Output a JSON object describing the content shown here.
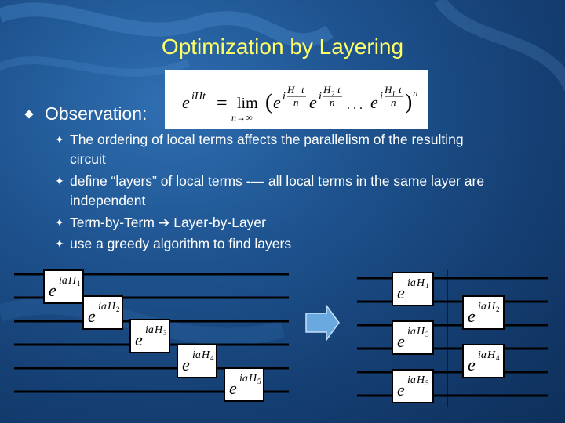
{
  "slide": {
    "title": "Optimization by Layering",
    "observation_label": "Observation:",
    "formula": {
      "lhs_base": "e",
      "lhs_exp": "iHt",
      "equals": "=",
      "lim": "lim",
      "lim_sub": "n→∞",
      "open": "(",
      "close": ")",
      "power": "n",
      "dots": ". . .",
      "i": "i",
      "terms": [
        {
          "num": "H",
          "sub": "1",
          "t": "t",
          "den": "n"
        },
        {
          "num": "H",
          "sub": "2",
          "t": "t",
          "den": "n"
        },
        {
          "num": "H",
          "sub": "L",
          "t": "t",
          "den": "n"
        }
      ]
    },
    "bullets": [
      {
        "text": "The ordering of local terms affects the parallelism of the resulting",
        "cont": "circuit"
      },
      {
        "text": "define “layers” of local terms -— all local terms in the same layer are",
        "cont": "independent"
      },
      {
        "text": "Term-by-Term ➔ Layer-by-Layer",
        "cont": ""
      },
      {
        "text": "use a greedy algorithm to find layers",
        "cont": ""
      }
    ],
    "bullet_glyph": "✦",
    "left_gates": [
      {
        "base": "e",
        "exp": "ia",
        "H": "H",
        "sub": "1"
      },
      {
        "base": "e",
        "exp": "ia",
        "H": "H",
        "sub": "2"
      },
      {
        "base": "e",
        "exp": "ia",
        "H": "H",
        "sub": "3"
      },
      {
        "base": "e",
        "exp": "ia",
        "H": "H",
        "sub": "4"
      },
      {
        "base": "e",
        "exp": "ia",
        "H": "H",
        "sub": "5"
      }
    ],
    "right_gates": [
      {
        "base": "e",
        "exp": "ia",
        "H": "H",
        "sub": "1"
      },
      {
        "base": "e",
        "exp": "ia",
        "H": "H",
        "sub": "2"
      },
      {
        "base": "e",
        "exp": "ia",
        "H": "H",
        "sub": "3"
      },
      {
        "base": "e",
        "exp": "ia",
        "H": "H",
        "sub": "4"
      },
      {
        "base": "e",
        "exp": "ia",
        "H": "H",
        "sub": "5"
      }
    ],
    "colors": {
      "title": "#ffff66",
      "text": "#ffffff",
      "arrow": "#5b9bd5",
      "wire": "#000000"
    }
  }
}
